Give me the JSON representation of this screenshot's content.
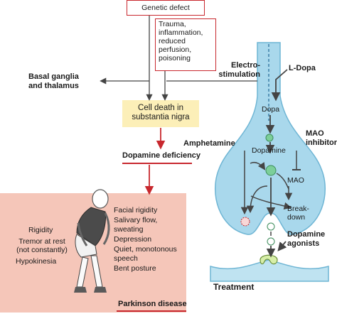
{
  "colors": {
    "defect_border": "#c8282e",
    "arrow": "#444444",
    "red_arrow": "#c8282e",
    "pink_panel": "#f5c6b9",
    "cell_box": "#fcefb8",
    "neuron": "#a9d8ec",
    "neuron_edge": "#6eb5d4",
    "vesicle_green": "#7ccf9a",
    "receptor_fill": "#d7efa8",
    "postsynaptic": "#bfe3f1"
  },
  "causes": {
    "genetic": "Genetic defect",
    "acquired": "Trauma,\ninflammation,\nreduced\nperfusion,\npoisoning"
  },
  "basal_ganglia": "Basal ganglia\nand thalamus",
  "cell_death": "Cell death in\nsubstantia nigra",
  "dopamine_deficiency": "Dopamine deficiency",
  "symptoms_left": {
    "rigidity": "Rigidity",
    "tremor": "Tremor at rest\n(not constantly)",
    "hypokinesia": "Hypokinesia"
  },
  "symptoms_right": "Facial rigidity\nSalivary flow,\nsweating\nDepression\nQuiet, monotonous\nspeech\nBent posture",
  "parkinson": "Parkinson disease",
  "synapse": {
    "electro": "Electro-\nstimulation",
    "ldopa": "L-Dopa",
    "dopa": "Dopa",
    "dopamine": "Dopamine",
    "amphetamine": "Amphetamine",
    "mao_inhibitor": "MAO\ninhibitor",
    "mao": "MAO",
    "breakdown": "Break-\ndown",
    "agonists": "Dopamine\nagonists"
  },
  "treatment": "Treatment"
}
